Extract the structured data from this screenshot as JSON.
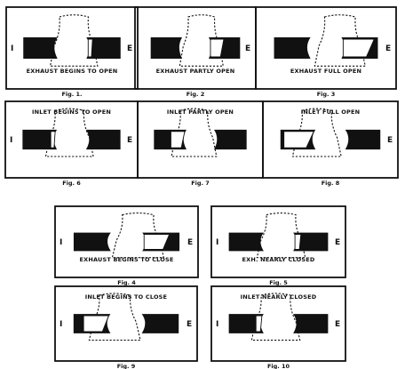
{
  "figures": [
    {
      "id": "fig1",
      "caption": "EXHAUST BEGINS TO OPEN",
      "fig_label": "Fig. 1.",
      "left_mark": "I",
      "right_mark": "E",
      "slide_port": "exhaust",
      "opening": 0.15
    },
    {
      "id": "fig2",
      "caption": "EXHAUST PARTLY OPEN",
      "fig_label": "Fig. 2",
      "left_mark": "",
      "right_mark": "E",
      "slide_port": "exhaust",
      "opening": 0.5
    },
    {
      "id": "fig3",
      "caption": "EXHAUST FULL OPEN",
      "fig_label": "Fig. 3",
      "left_mark": "",
      "right_mark": "E",
      "slide_port": "exhaust",
      "opening": 1.0
    },
    {
      "id": "fig6",
      "caption": "INLET BEGINS TO OPEN",
      "fig_label": "Fig. 6",
      "left_mark": "I",
      "right_mark": "E",
      "slide_port": "inlet",
      "opening": 0.15
    },
    {
      "id": "fig7",
      "caption": "INLET PARTLY OPEN",
      "fig_label": "Fig. 7",
      "left_mark": "",
      "right_mark": "",
      "slide_port": "inlet",
      "opening": 0.5
    },
    {
      "id": "fig8",
      "caption": "INLET    FULL OPEN",
      "fig_label": "Fig. 8",
      "left_mark": "",
      "right_mark": "E",
      "slide_port": "inlet",
      "opening": 1.0
    },
    {
      "id": "fig4",
      "caption": "EXHAUST BEGINS TO CLOSE",
      "fig_label": "Fig. 4",
      "left_mark": "I",
      "right_mark": "E",
      "slide_port": "exhaust",
      "opening": 0.8
    },
    {
      "id": "fig5",
      "caption": "EXH. NEARLY CLOSED",
      "fig_label": "Fig. 5",
      "left_mark": "I",
      "right_mark": "E",
      "slide_port": "exhaust",
      "opening": 0.2
    },
    {
      "id": "fig9",
      "caption": "INLET    BEGINS TO CLOSE",
      "fig_label": "Fig. 9",
      "left_mark": "I",
      "right_mark": "E",
      "slide_port": "inlet",
      "opening": 0.8
    },
    {
      "id": "fig10",
      "caption": "INLET  NEARLY   CLOSED",
      "fig_label": "Fig. 10",
      "left_mark": "I",
      "right_mark": "E",
      "slide_port": "inlet",
      "opening": 0.2
    }
  ]
}
